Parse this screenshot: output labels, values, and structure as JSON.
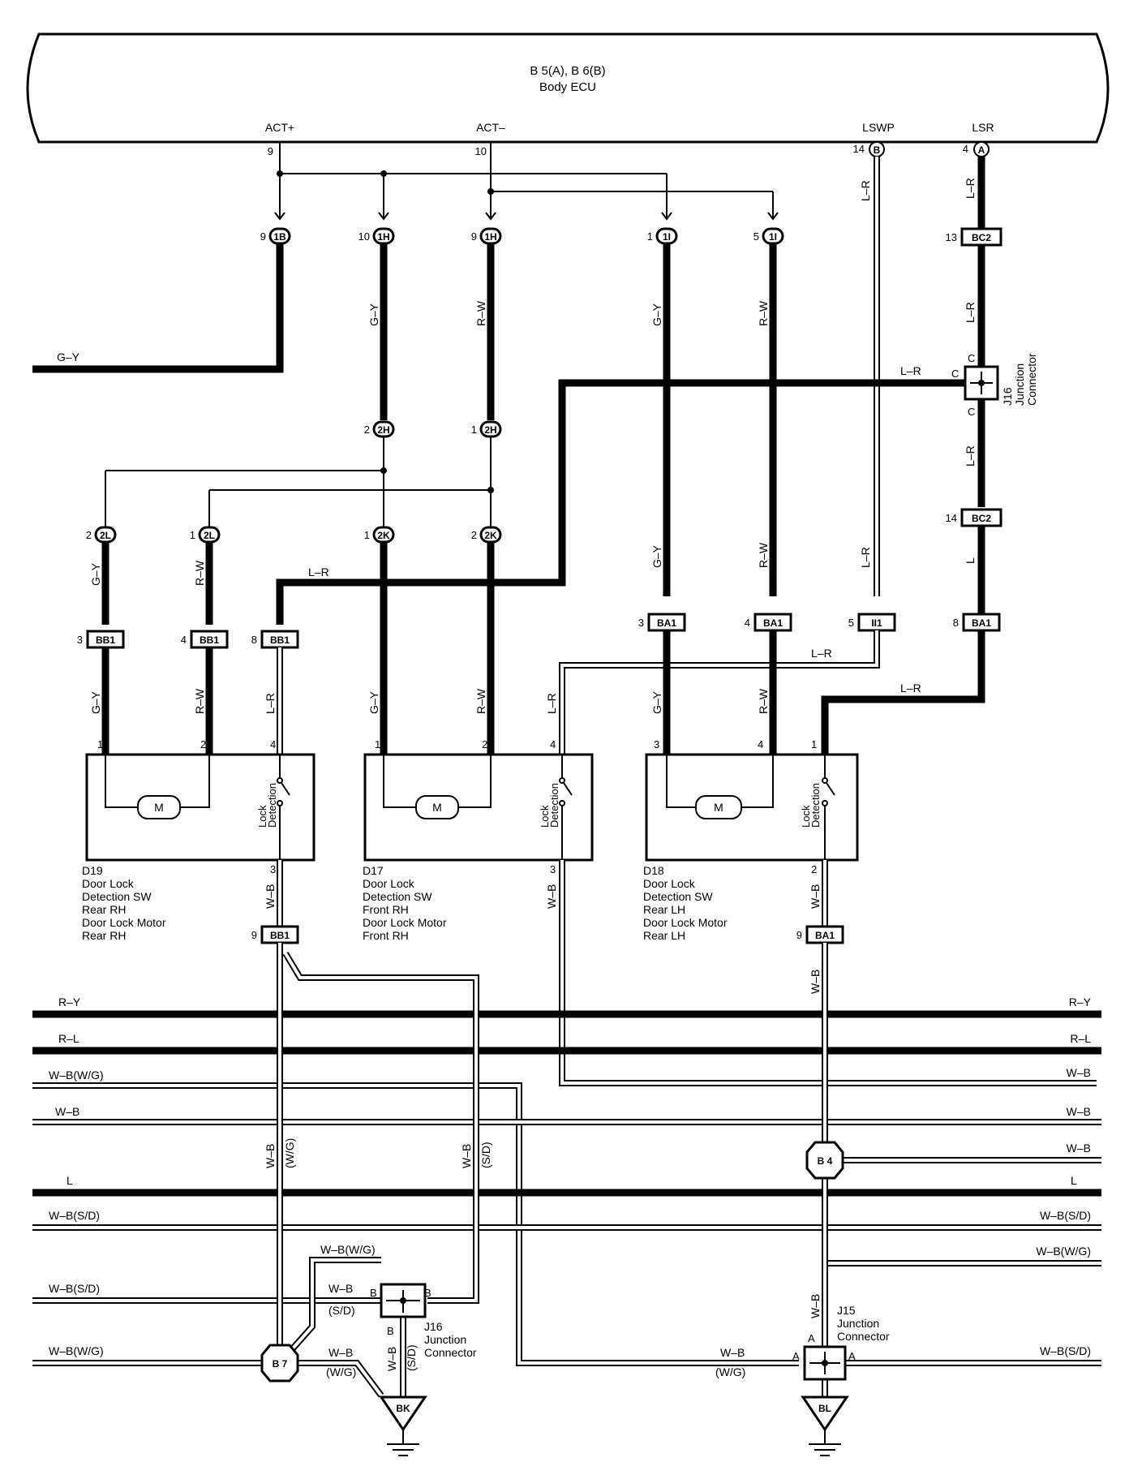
{
  "ecu": {
    "title": "B 5(A), B 6(B)",
    "name": "Body ECU",
    "terminals": [
      {
        "label": "ACT+",
        "pin": "9"
      },
      {
        "label": "ACT–",
        "pin": "10"
      },
      {
        "label": "LSWP",
        "pin": "14",
        "conn": "B"
      },
      {
        "label": "LSR",
        "pin": "4",
        "conn": "A"
      }
    ]
  },
  "connectors": {
    "c1B": {
      "name": "1B",
      "pin": "9"
    },
    "c1H_a": {
      "name": "1H",
      "pin": "10"
    },
    "c1H_b": {
      "name": "1H",
      "pin": "9"
    },
    "c1I_a": {
      "name": "1I",
      "pin": "1"
    },
    "c1I_b": {
      "name": "1I",
      "pin": "5"
    },
    "c2H_a": {
      "name": "2H",
      "pin": "2"
    },
    "c2H_b": {
      "name": "2H",
      "pin": "1"
    },
    "c2L_a": {
      "name": "2L",
      "pin": "2"
    },
    "c2L_b": {
      "name": "2L",
      "pin": "1"
    },
    "c2K_a": {
      "name": "2K",
      "pin": "1"
    },
    "c2K_b": {
      "name": "2K",
      "pin": "2"
    },
    "bb1_3": {
      "name": "BB1",
      "pin": "3"
    },
    "bb1_4": {
      "name": "BB1",
      "pin": "4"
    },
    "bb1_8": {
      "name": "BB1",
      "pin": "8"
    },
    "bb1_9": {
      "name": "BB1",
      "pin": "9"
    },
    "ba1_3": {
      "name": "BA1",
      "pin": "3"
    },
    "ba1_4": {
      "name": "BA1",
      "pin": "4"
    },
    "ii1_5": {
      "name": "II1",
      "pin": "5"
    },
    "ba1_8": {
      "name": "BA1",
      "pin": "8"
    },
    "ba1_9": {
      "name": "BA1",
      "pin": "9"
    },
    "bc2_13": {
      "name": "BC2",
      "pin": "13"
    },
    "bc2_14": {
      "name": "BC2",
      "pin": "14"
    }
  },
  "wire_labels": {
    "gy": "G–Y",
    "rw": "R–W",
    "lr": "L–R",
    "l": "L",
    "wb": "W–B",
    "ry": "R–Y",
    "rl": "R–L",
    "wb_wg": "W–B(W/G)",
    "wb_sd": "W–B(S/D)",
    "wg": "(W/G)",
    "sd": "(S/D)"
  },
  "devices": {
    "d19": {
      "id": "D19",
      "lines": [
        "Door Lock",
        "Detection SW",
        "Rear RH",
        "Door Lock Motor",
        "Rear RH"
      ],
      "pins": [
        "1",
        "2",
        "4",
        "3"
      ]
    },
    "d17": {
      "id": "D17",
      "lines": [
        "Door Lock",
        "Detection SW",
        "Front RH",
        "Door Lock Motor",
        "Front RH"
      ],
      "pins": [
        "1",
        "2",
        "4",
        "3"
      ]
    },
    "d18": {
      "id": "D18",
      "lines": [
        "Door Lock",
        "Detection SW",
        "Rear LH",
        "Door Lock Motor",
        "Rear LH"
      ],
      "pins": [
        "3",
        "4",
        "1",
        "2"
      ]
    },
    "motor_label": "M",
    "switch_label_1": "Lock",
    "switch_label_2": "Detection"
  },
  "junctions": {
    "j16_top": {
      "id": "J16",
      "l1": "Junction",
      "l2": "Connector",
      "pin": "C"
    },
    "j16_bot": {
      "id": "J16",
      "l1": "Junction",
      "l2": "Connector",
      "pin": "B"
    },
    "j15": {
      "id": "J15",
      "l1": "Junction",
      "l2": "Connector",
      "pin": "A"
    }
  },
  "splices": {
    "b4": "B 4",
    "b7": "B 7"
  },
  "grounds": {
    "bk": "BK",
    "bl": "BL"
  }
}
